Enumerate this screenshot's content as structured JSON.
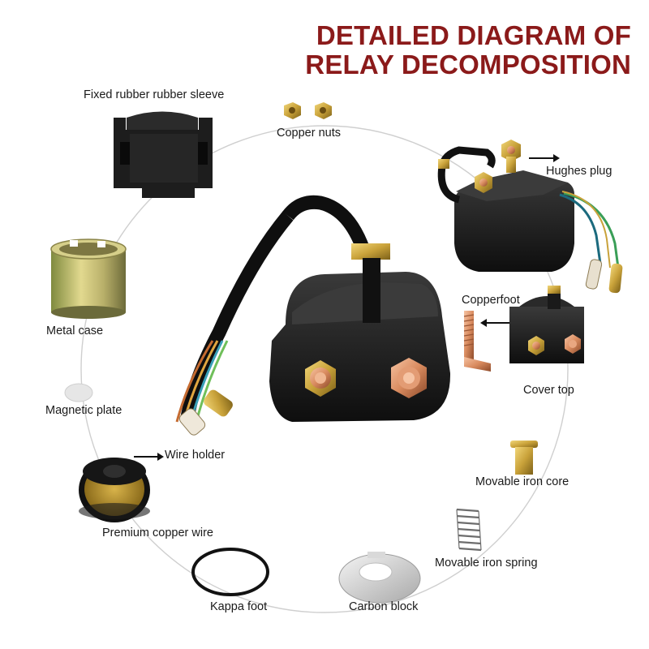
{
  "title": {
    "line1": "DETAILED DIAGRAM OF",
    "line2": "RELAY DECOMPOSITION"
  },
  "parts": {
    "rubber_sleeve": "Fixed rubber rubber sleeve",
    "copper_nuts": "Copper nuts",
    "hughes_plug": "Hughes plug",
    "metal_case": "Metal case",
    "copperfoot": "Copperfoot",
    "cover_top": "Cover top",
    "magnetic_plate": "Magnetic plate",
    "wire_holder": "Wire holder",
    "movable_iron_core": "Movable iron core",
    "premium_copper_wire": "Premium copper wire",
    "movable_iron_spring": "Movable iron spring",
    "kappa_foot": "Kappa foot",
    "carbon_block": "Carbon block"
  },
  "colors": {
    "title": "#8b1a1a",
    "relay_body": "#1c1c1c",
    "brass": "#c9a23a",
    "copper": "#d98b5f",
    "guide_line": "#cccccc"
  },
  "icons": [
    "relay-icon",
    "rubber-sleeve-icon",
    "copper-nut-icon",
    "metal-case-icon",
    "magnetic-plate-icon",
    "copper-wire-spool-icon",
    "o-ring-icon",
    "carbon-block-icon",
    "spring-icon",
    "iron-core-icon",
    "copperfoot-icon",
    "arrow-icon"
  ]
}
